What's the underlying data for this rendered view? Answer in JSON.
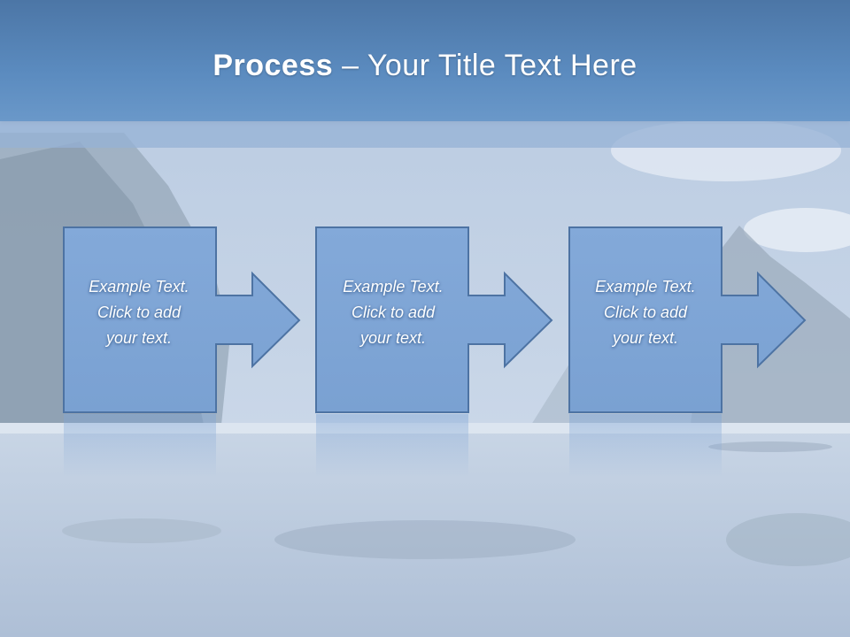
{
  "title": {
    "bold": "Process",
    "rest": " – Your Title Text Here"
  },
  "steps": [
    {
      "text": "Example Text.\nClick  to add\nyour text."
    },
    {
      "text": "Example Text.\nClick  to add\nyour text."
    },
    {
      "text": "Example Text.\nClick  to add\nyour text."
    }
  ],
  "colors": {
    "header": "#5b8bbf",
    "box_fill": "#7fa5d6",
    "box_stroke": "#4a6f9e"
  }
}
